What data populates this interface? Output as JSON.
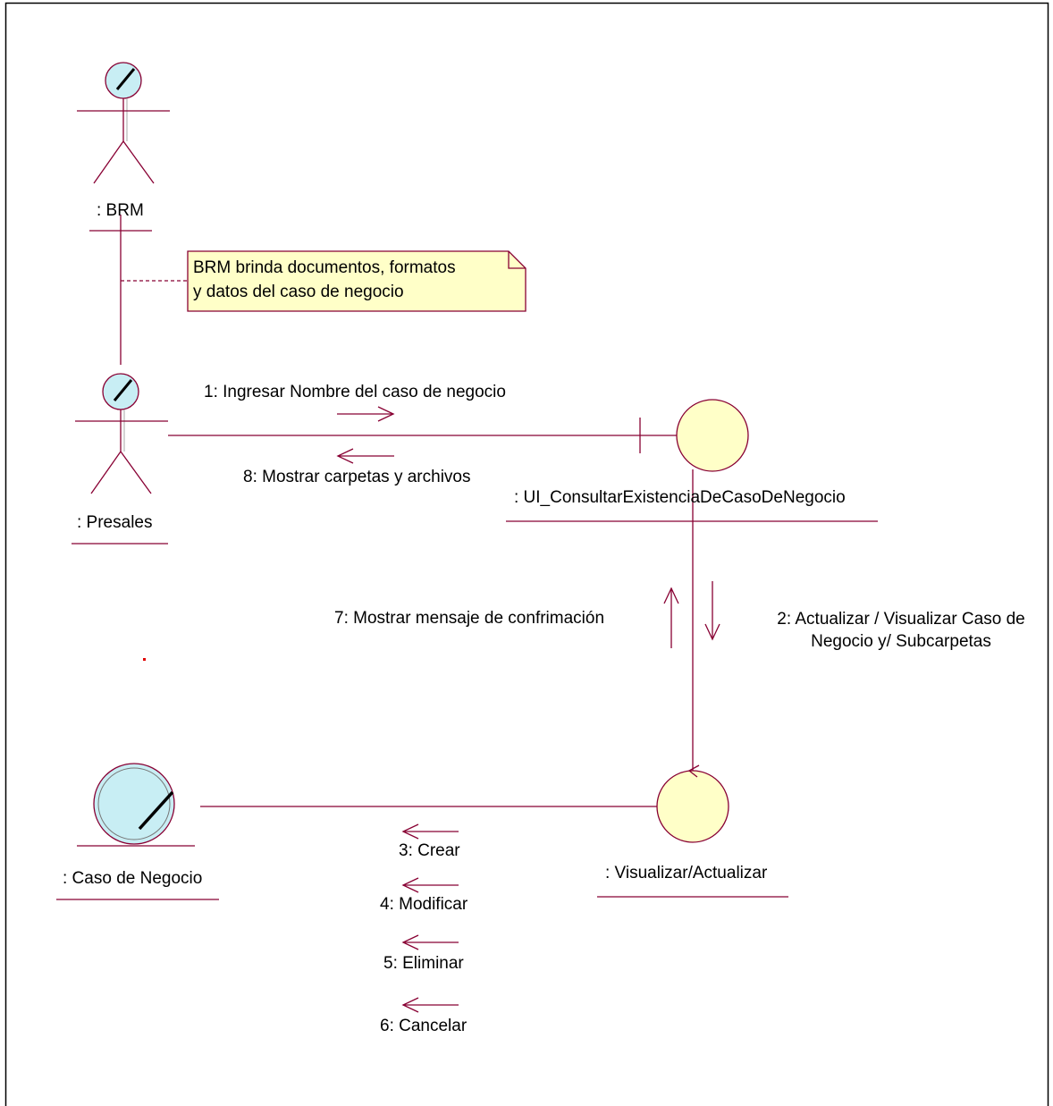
{
  "diagram": {
    "type": "UML collaboration diagram",
    "colors": {
      "line": "#880033",
      "actor_fill": "#c8eef4",
      "object_fill": "#ffffc8",
      "note_fill": "#ffffc8",
      "dot": "#e00000"
    },
    "objects": {
      "brm": {
        "label": ": BRM",
        "kind": "actor",
        "icon": "actor-icon"
      },
      "presales": {
        "label": ": Presales",
        "kind": "actor",
        "icon": "actor-icon"
      },
      "ui": {
        "label": ": UI_ConsultarExistenciaDeCasoDeNegocio",
        "kind": "boundary",
        "icon": "boundary-icon"
      },
      "control": {
        "label": ": Visualizar/Actualizar",
        "kind": "control",
        "icon": "control-icon"
      },
      "entity": {
        "label": ": Caso de Negocio",
        "kind": "business-entity",
        "icon": "entity-icon"
      }
    },
    "note": {
      "line1": "BRM brinda documentos, formatos",
      "line2": "y datos del caso de negocio"
    },
    "messages": {
      "m1": "1: Ingresar Nombre del caso de negocio",
      "m2a": "2: Actualizar / Visualizar Caso de",
      "m2b": "Negocio y/ Subcarpetas",
      "m3": "3: Crear",
      "m4": "4: Modificar",
      "m5": "5: Eliminar",
      "m6": "6: Cancelar",
      "m7": "7: Mostrar mensaje de confrimación",
      "m8": "8: Mostrar carpetas y archivos"
    }
  }
}
